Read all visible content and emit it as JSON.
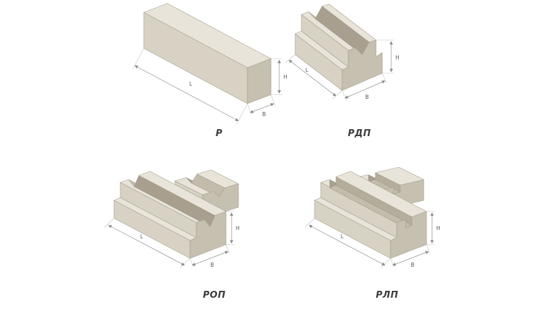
{
  "page": {
    "background": "#ffffff"
  },
  "colors": {
    "face_top": "#e8e4d9",
    "face_side": "#d7d2c4",
    "face_end": "#c6c0b1",
    "groove_shadow": "#a89f8e",
    "dimension_line": "#8a8a8a",
    "caption_text": "#3a3a3a"
  },
  "figures": [
    {
      "id": "r",
      "label": "Р",
      "dim_length": "L",
      "dim_height": "H",
      "dim_width": "B"
    },
    {
      "id": "rdp",
      "label": "РДП",
      "dim_length": "L",
      "dim_height": "H",
      "dim_width": "B"
    },
    {
      "id": "rop",
      "label": "РОП",
      "dim_length": "L",
      "dim_height": "H",
      "dim_width": "B"
    },
    {
      "id": "rlp",
      "label": "РЛП",
      "dim_length": "L",
      "dim_height": "H",
      "dim_width": "B"
    }
  ]
}
